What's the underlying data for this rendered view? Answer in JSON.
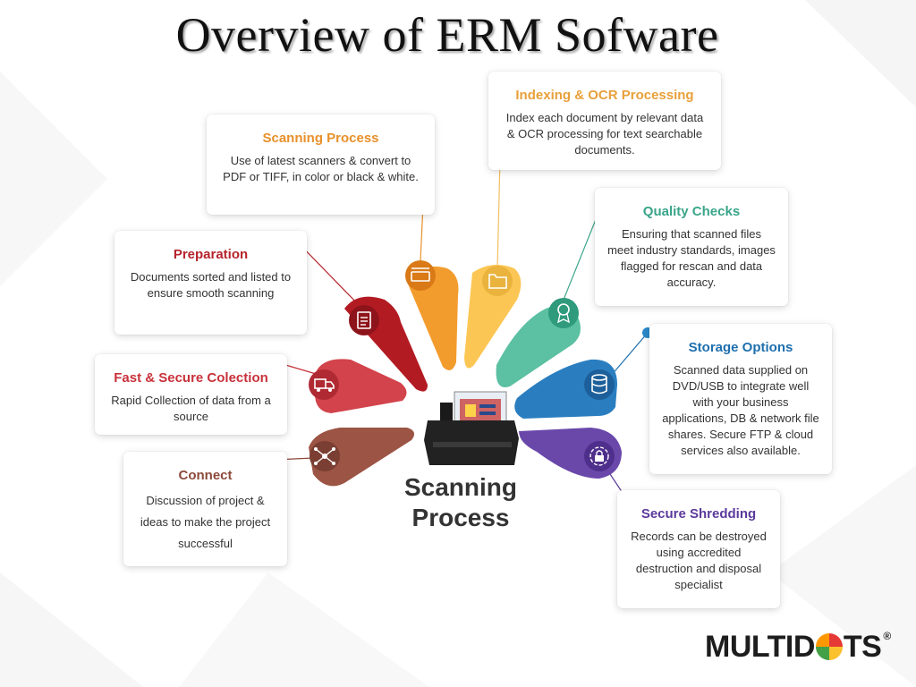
{
  "title": "Overview of ERM Sofware",
  "center": {
    "line1": "Scanning",
    "line2": "Process"
  },
  "cards": {
    "indexing": {
      "title": "Indexing & OCR Processing",
      "text": "Index each document by relevant data & OCR processing for text searchable documents.",
      "color": "#e8a03a"
    },
    "scanning": {
      "title": "Scanning Process",
      "text": "Use of latest scanners & convert to PDF or TIFF, in color or black & white.",
      "color": "#e8902a"
    },
    "preparation": {
      "title": "Preparation",
      "text": "Documents sorted and listed to ensure smooth scanning",
      "color": "#b5232b"
    },
    "collection": {
      "title": "Fast & Secure Colection",
      "text": "Rapid Collection of data from a source",
      "color": "#c8323b"
    },
    "connect": {
      "title": "Connect",
      "text": "Discussion of project & ideas to make the project successful",
      "color": "#8c4a3a"
    },
    "quality": {
      "title": "Quality Checks",
      "text": "Ensuring that scanned files meet industry standards, images flagged for rescan and data accuracy.",
      "color": "#3aa58a"
    },
    "storage": {
      "title": "Storage Options",
      "text": "Scanned data supplied on DVD/USB to integrate well with your business applications, DB & network file shares. Secure FTP & cloud services also available.",
      "color": "#1f6fae"
    },
    "shredding": {
      "title": "Secure Shredding",
      "text": "Records can be destroyed using accredited destruction and disposal specialist",
      "color": "#5b3a9b"
    }
  },
  "logo": {
    "text_a": "MULTID",
    "text_b": "TS",
    "mark": "®"
  },
  "icons": [
    "scanner-icon",
    "folder-icon",
    "award-icon",
    "database-icon",
    "lock-icon",
    "document-icon",
    "truck-icon",
    "network-icon"
  ]
}
